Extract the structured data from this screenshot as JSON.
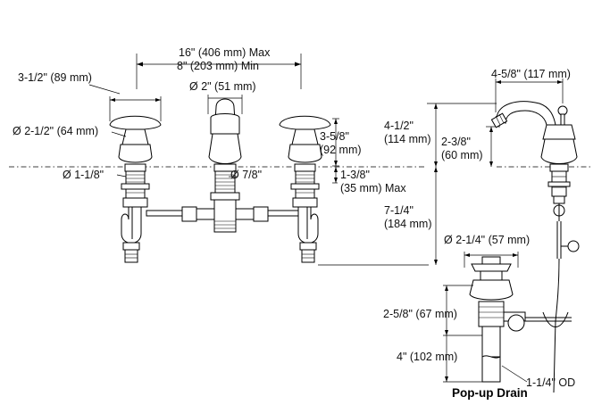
{
  "dimensions": {
    "spread_max": "16\" (406 mm) Max",
    "spread_min": "8\" (203 mm) Min",
    "handle_width": "3-1/2\" (89 mm)",
    "spout_diameter": "Ø 2\" (51 mm)",
    "handle_diameter": "Ø 2-1/2\" (64 mm)",
    "handle_height_in": "3-5/8\"",
    "handle_height_mm": "(92 mm)",
    "shank_left": "Ø 1-1/8\"",
    "shank_center": "Ø 7/8\"",
    "deck_thickness_in": "1-3/8\"",
    "deck_thickness_mm": "(35 mm) Max",
    "spout_reach": "4-5/8\" (117 mm)",
    "spout_height_in": "4-1/2\"",
    "spout_height_mm": "(114 mm)",
    "aerator_height_in": "2-3/8\"",
    "aerator_height_mm": "(60 mm)",
    "below_deck_in": "7-1/4\"",
    "below_deck_mm": "(184 mm)",
    "drain_flange": "Ø 2-1/4\" (57 mm)",
    "drain_body": "2-5/8\" (67 mm)",
    "tailpiece_length": "4\" (102 mm)",
    "tailpiece_od": "1-1/4\" OD"
  },
  "labels": {
    "popup_drain": "Pop-up Drain"
  }
}
